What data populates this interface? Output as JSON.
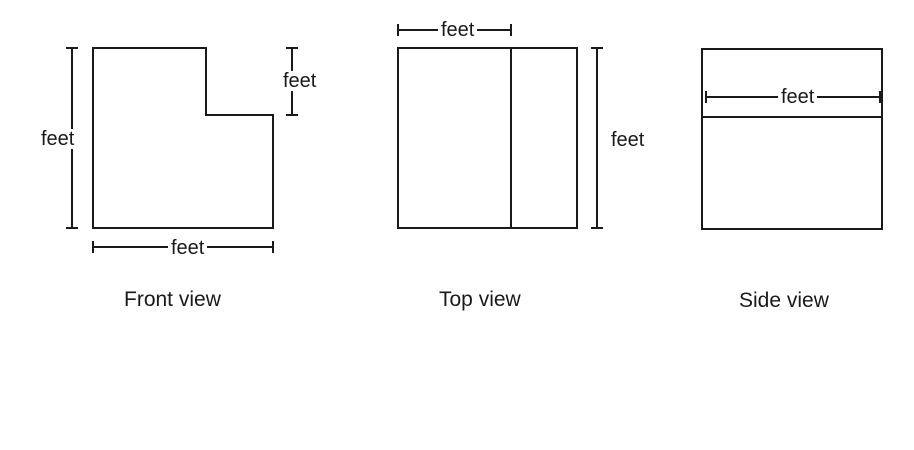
{
  "views": {
    "front": {
      "caption": "Front view",
      "height_label": "feet",
      "step_label": "feet",
      "width_label": "feet"
    },
    "top": {
      "caption": "Top view",
      "half_width_label": "feet",
      "depth_label": "feet"
    },
    "side": {
      "caption": "Side view",
      "width_label": "feet"
    }
  },
  "colors": {
    "line": "#1a1a1a",
    "background": "#ffffff"
  }
}
